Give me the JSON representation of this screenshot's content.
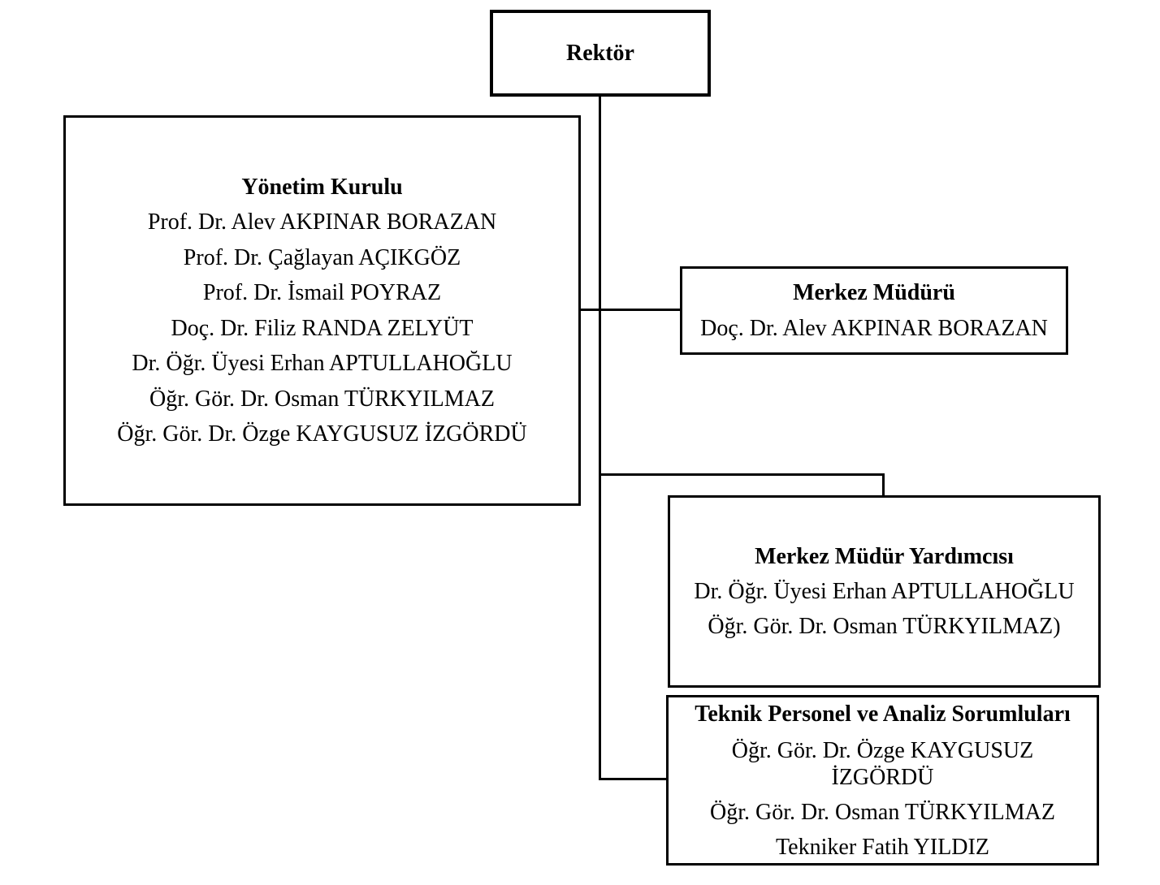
{
  "colors": {
    "background": "#ffffff",
    "border": "#000000",
    "text": "#000000"
  },
  "nodes": {
    "rektor": {
      "title": "Rektör"
    },
    "yonetim_kurulu": {
      "title": "Yönetim Kurulu",
      "members": [
        "Prof. Dr. Alev AKPINAR BORAZAN",
        "Prof. Dr. Çağlayan AÇIKGÖZ",
        "Prof. Dr. İsmail POYRAZ",
        "Doç. Dr. Filiz RANDA ZELYÜT",
        "Dr. Öğr. Üyesi Erhan APTULLAHOĞLU",
        "Öğr. Gör. Dr. Osman TÜRKYILMAZ",
        "Öğr. Gör. Dr. Özge KAYGUSUZ İZGÖRDÜ"
      ]
    },
    "merkez_muduru": {
      "title": "Merkez Müdürü",
      "members": [
        "Doç. Dr. Alev AKPINAR BORAZAN"
      ]
    },
    "merkez_mudur_yardimcisi": {
      "title": "Merkez Müdür Yardımcısı",
      "members": [
        "Dr. Öğr. Üyesi Erhan APTULLAHOĞLU",
        "Öğr. Gör. Dr. Osman TÜRKYILMAZ)"
      ]
    },
    "teknik_personel": {
      "title": "Teknik Personel ve Analiz Sorumluları",
      "members": [
        "Öğr. Gör. Dr. Özge KAYGUSUZ İZGÖRDÜ",
        "Öğr. Gör. Dr. Osman TÜRKYILMAZ",
        "Tekniker Fatih YILDIZ"
      ]
    }
  }
}
